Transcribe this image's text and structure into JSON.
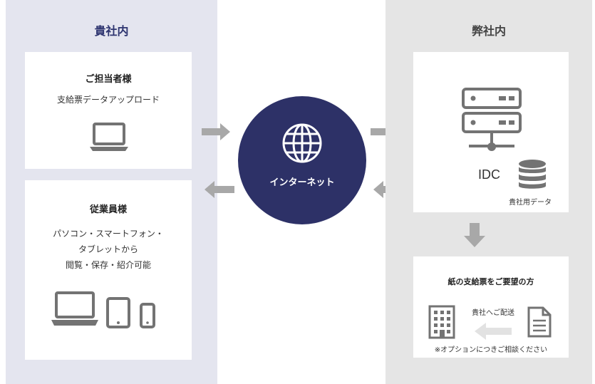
{
  "client": {
    "title": "貴社内",
    "staff_card": {
      "title": "ご担当者様",
      "text": "支給票データアップロード"
    },
    "employee_card": {
      "title": "従業員様",
      "lines": [
        "パソコン・スマートフォン・",
        "タブレットから",
        "閲覧・保存・紹介可能"
      ]
    }
  },
  "hub": {
    "label": "インターネット",
    "icon": "globe-icon"
  },
  "provider": {
    "title": "弊社内",
    "server_card": {
      "idc_label": "IDC",
      "data_caption": "貴社用データ",
      "icons": [
        "server-icon",
        "database-icon"
      ]
    },
    "paper_card": {
      "title": "紙の支給票をご要望の方",
      "delivery_label": "貴社へご配送",
      "note": "※オプションにつきご相談ください",
      "icons": [
        "building-icon",
        "document-icon"
      ]
    }
  },
  "colors": {
    "client_bg": "#e4e5ef",
    "provider_bg": "#e5e5e5",
    "hub": "#2d3167",
    "arrow": "#a8a8a8",
    "icon": "#737373"
  }
}
